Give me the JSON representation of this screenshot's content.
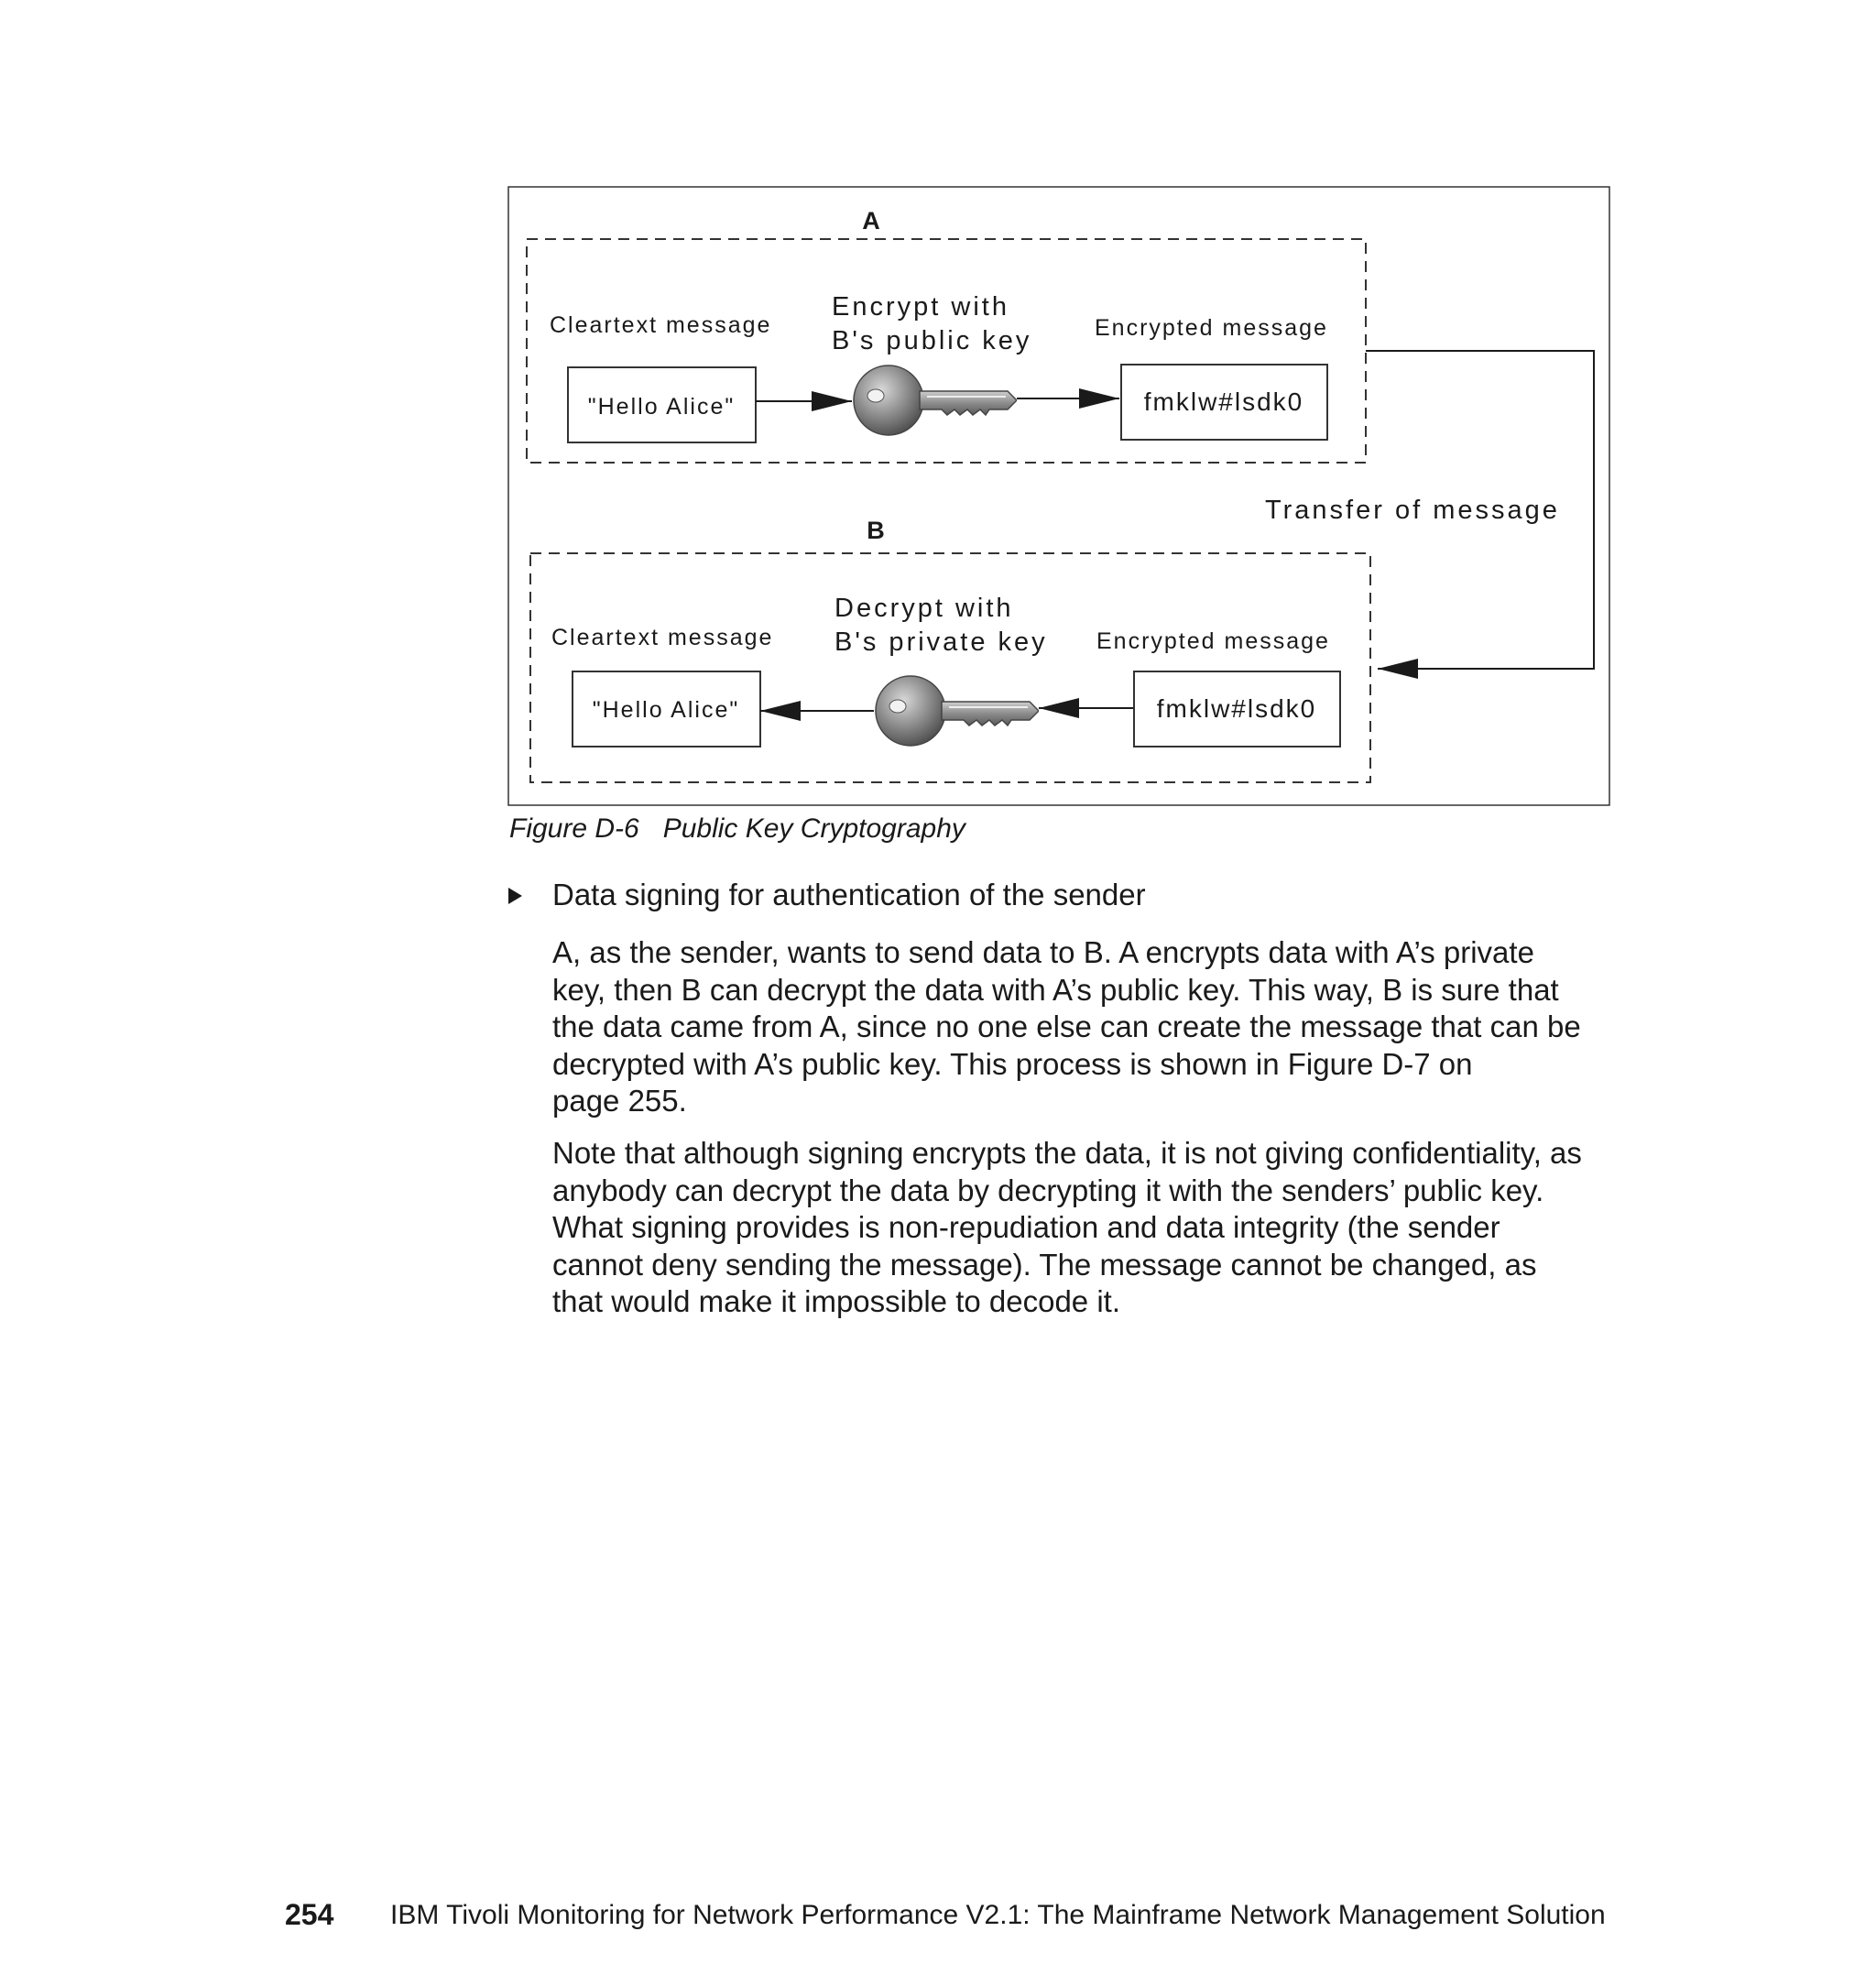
{
  "figure": {
    "section_a": {
      "label": "A",
      "cleartext_label": "Cleartext message",
      "message": "\"Hello Alice\"",
      "key_label_line1": "Encrypt with",
      "key_label_line2": "B's public key",
      "encrypted_label": "Encrypted  message",
      "encrypted_value": "fmklw#lsdk0"
    },
    "transfer_label": "Transfer of message",
    "section_b": {
      "label": "B",
      "cleartext_label": "Cleartext message",
      "message": "\"Hello Alice\"",
      "key_label_line1": "Decrypt with",
      "key_label_line2": "B's private key",
      "encrypted_label": "Encrypted  message",
      "encrypted_value": "fmklw#lsdk0"
    },
    "colors": {
      "key_fill": "#7a7a7a",
      "key_highlight": "#d0d0d0",
      "line": "#1a1a1a"
    }
  },
  "caption": {
    "number": "Figure D-6",
    "title": "Public Key Cryptography"
  },
  "bullet": {
    "title": "Data signing for authentication of the sender"
  },
  "paragraph1": {
    "lines": [
      "A, as the sender, wants to send data to B. A encrypts data with A’s private",
      "key, then B can decrypt the data with A’s public key. This way, B is sure that",
      "the data came from A, since no one else can create the message that can be",
      "decrypted with A’s public key. This process is shown in Figure D-7 on",
      "page 255."
    ]
  },
  "paragraph2": {
    "lines": [
      "Note that although signing encrypts the data, it is not giving confidentiality, as",
      "anybody can decrypt the data by decrypting it with the senders’ public key.",
      "What signing provides is non-repudiation and data integrity (the sender",
      "cannot deny sending the message). The message cannot be changed, as",
      "that would make it impossible to decode it."
    ]
  },
  "footer": {
    "page_number": "254",
    "book_title": "IBM Tivoli Monitoring for Network Performance V2.1: The Mainframe Network Management Solution"
  }
}
